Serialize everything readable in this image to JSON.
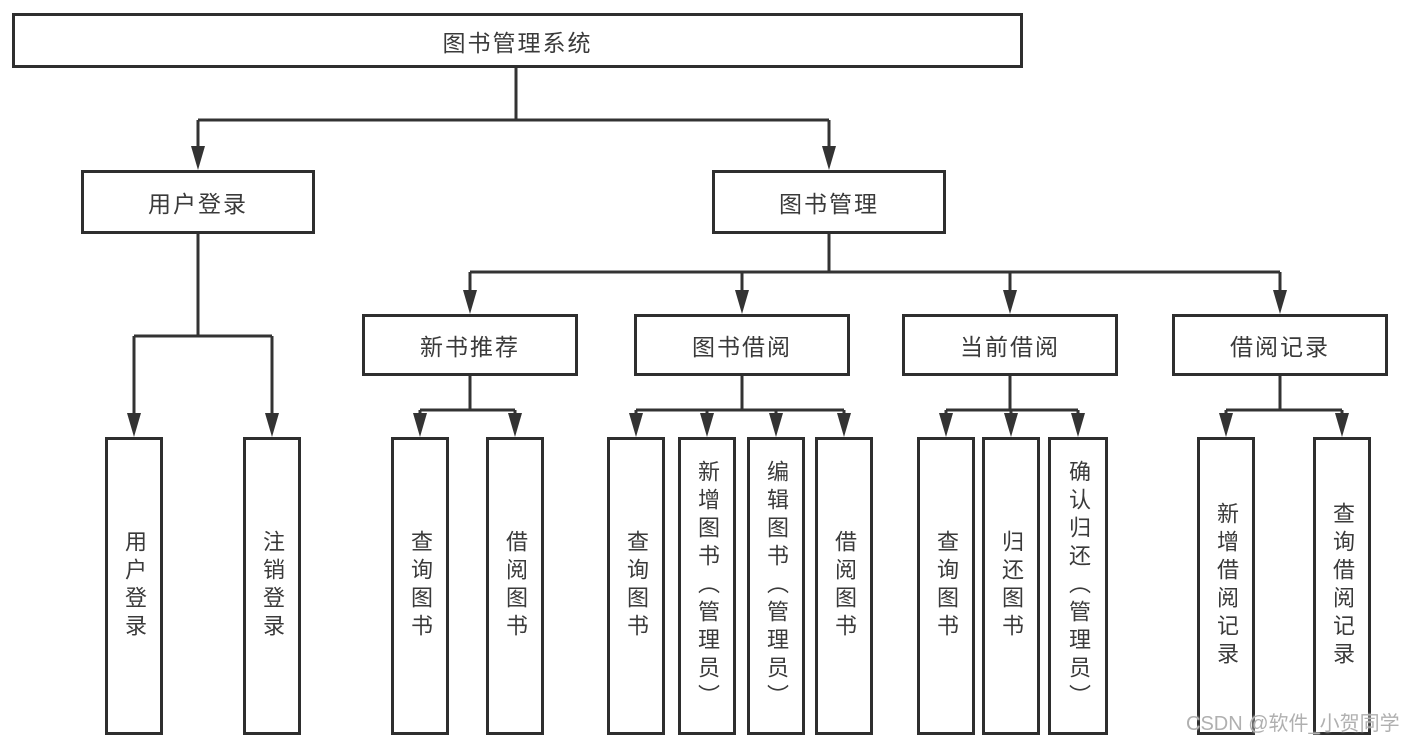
{
  "tree": {
    "label": "图书管理系统",
    "children": [
      {
        "label": "用户登录",
        "children": [
          {
            "label": "用户登录"
          },
          {
            "label": "注销登录"
          }
        ]
      },
      {
        "label": "图书管理",
        "children": [
          {
            "label": "新书推荐",
            "children": [
              {
                "label": "查询图书"
              },
              {
                "label": "借阅图书"
              }
            ]
          },
          {
            "label": "图书借阅",
            "children": [
              {
                "label": "查询图书"
              },
              {
                "label": "新增图书（管理员）"
              },
              {
                "label": "编辑图书（管理员）"
              },
              {
                "label": "借阅图书"
              }
            ]
          },
          {
            "label": "当前借阅",
            "children": [
              {
                "label": "查询图书"
              },
              {
                "label": "归还图书"
              },
              {
                "label": "确认归还（管理员）"
              }
            ]
          },
          {
            "label": "借阅记录",
            "children": [
              {
                "label": "新增借阅记录"
              },
              {
                "label": "查询借阅记录"
              }
            ]
          }
        ]
      }
    ]
  },
  "watermark": {
    "text": "CSDN @软件_小贺同学"
  },
  "colors": {
    "line": "#333333",
    "box_border": "#2e2e2e",
    "box_fill": "#ffffff",
    "text": "#3a3a3a",
    "watermark": "#b0b0b0",
    "background": "#ffffff"
  }
}
